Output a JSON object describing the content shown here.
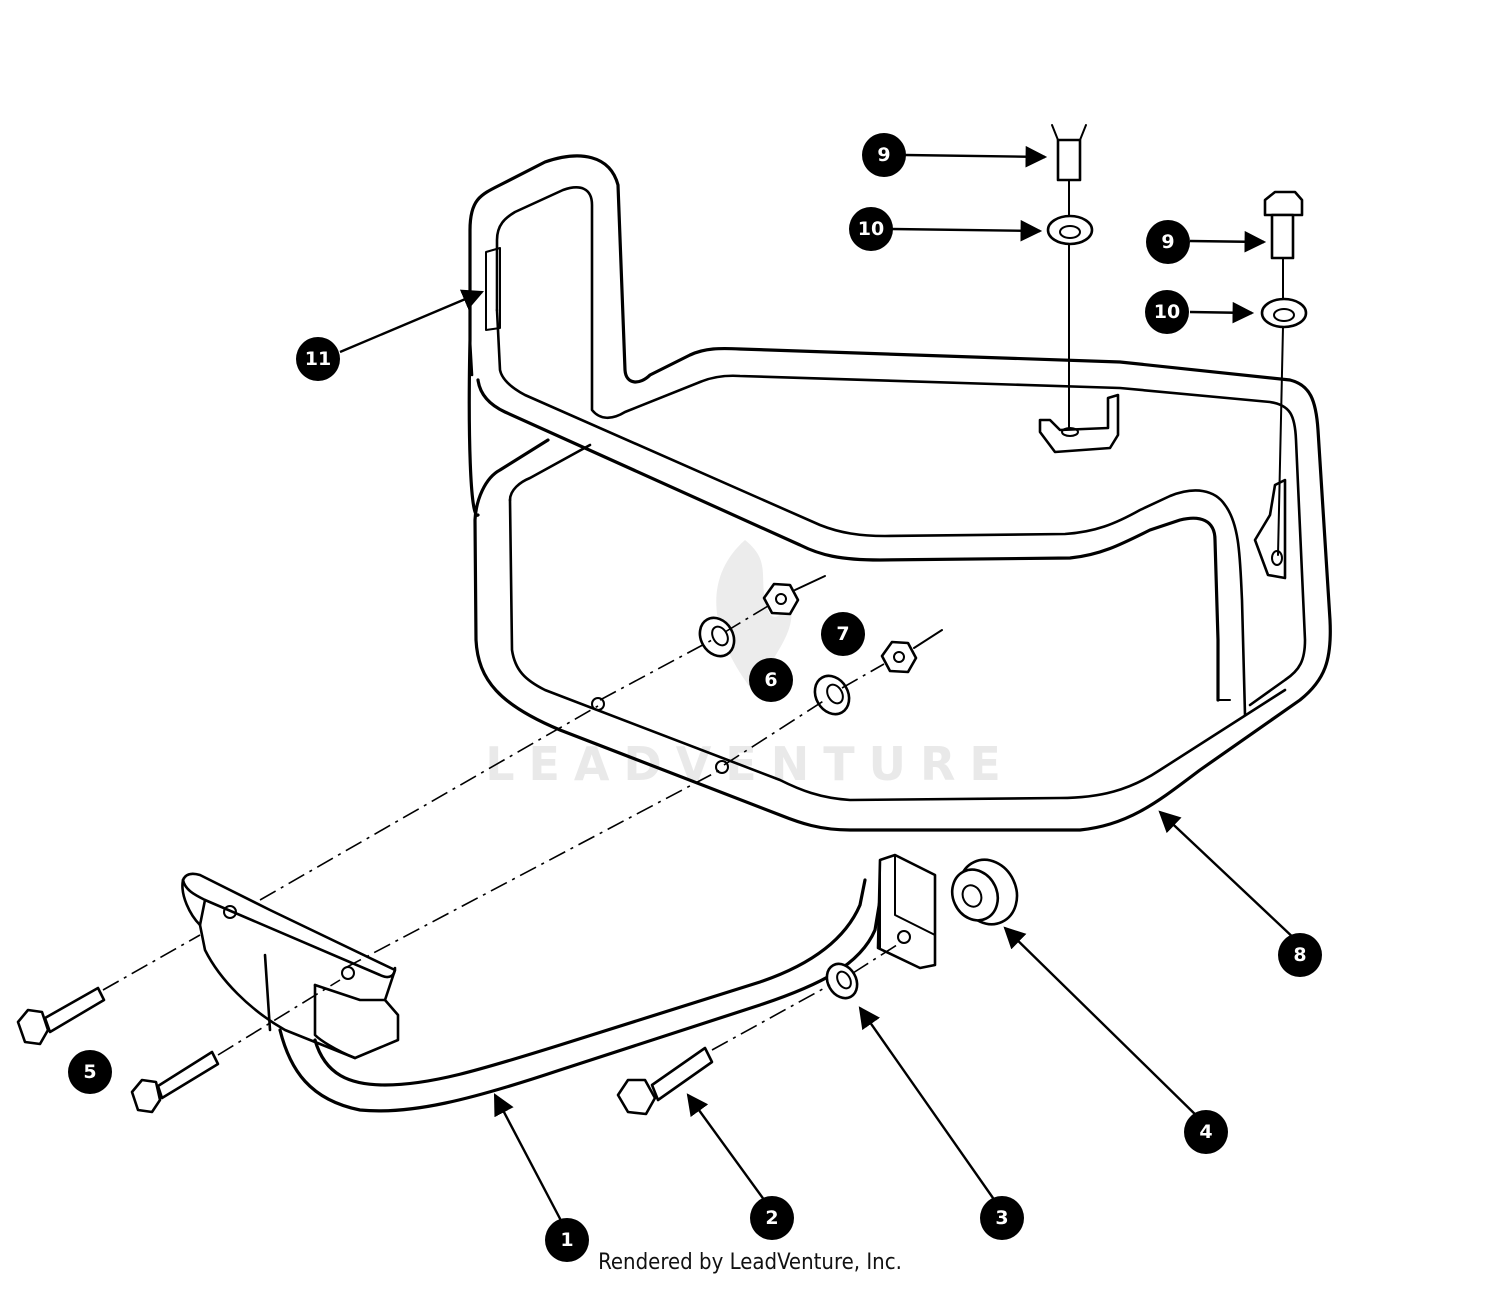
{
  "watermark": "LEADVENTURE",
  "credit": "Rendered by LeadVenture, Inc.",
  "callouts": [
    {
      "id": "c1",
      "label": "1"
    },
    {
      "id": "c2",
      "label": "2"
    },
    {
      "id": "c3",
      "label": "3"
    },
    {
      "id": "c4",
      "label": "4"
    },
    {
      "id": "c5",
      "label": "5"
    },
    {
      "id": "c6",
      "label": "6"
    },
    {
      "id": "c7",
      "label": "7"
    },
    {
      "id": "c8",
      "label": "8"
    },
    {
      "id": "c9a",
      "label": "9"
    },
    {
      "id": "c9b",
      "label": "9"
    },
    {
      "id": "c10a",
      "label": "10"
    },
    {
      "id": "c10b",
      "label": "10"
    },
    {
      "id": "c11",
      "label": "11"
    }
  ]
}
